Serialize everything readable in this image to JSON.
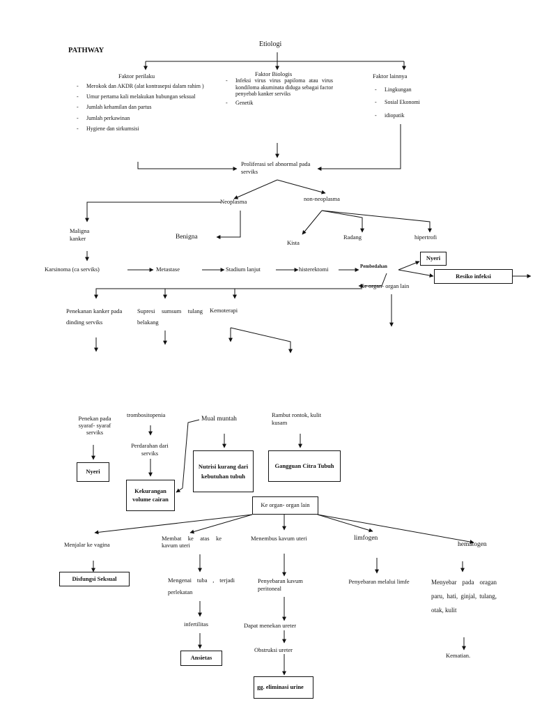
{
  "title": "PATHWAY",
  "root": "Etiologi",
  "faktor_perilaku": {
    "heading": "Faktor perilaku",
    "items": [
      "Merokok dan AKDR (alat kontrasepsi dalam rahim )",
      "Umur pertama kali melakukan hubungan seksual",
      "Jumlah kehamilan dan partus",
      "Jumlah perkawinan",
      "Hygiene dan sirkumsisi"
    ]
  },
  "faktor_biologis": {
    "heading": "Faktor Biologis",
    "items": [
      "Infeksi virus virus papiloma atau virus kondiloma akuminata diduga sebagai factor penyebab kanker serviks",
      "Genetik"
    ]
  },
  "faktor_lainnya": {
    "heading": "Faktor lainnya",
    "items": [
      "Lingkungan",
      "Sosial Ekonomi",
      "idiopatik"
    ]
  },
  "nodes": {
    "proliferasi": "Proliferasi sel abnormal pada serviks",
    "neoplasma": "Neoplasma",
    "non_neoplasma": "non-neoplasma",
    "maligna": "Maligna kanker",
    "benigna": "Benigna",
    "kista": "Kista",
    "radang": "Radang",
    "hipertrofi": "hipertrofi",
    "karsinoma": "Karsinoma (ca serviks)",
    "metastase": "Metastase",
    "stadium_lanjut": "Stadium lanjut",
    "histerektomi": "histerektomi",
    "pembedahan": "Pembedahan",
    "nyeri_top": "Nyeri",
    "resiko_infeksi": "Resiko infeksi",
    "ke_organ_top": "Ke organ- organ lain",
    "penekanan_kanker": "Penekanan kanker pada dinding serviks",
    "supresi": "Supresi sumsum tulang belakang",
    "kemoterapi": "Kemoterapi",
    "penekan_saraf": "Penekan pada syaraf- syaraf serviks",
    "nyeri_bottom": "Nyeri",
    "trombositopenia": "trombositopenia",
    "perdarahan": "Perdarahan dari serviks",
    "kekurangan_volume": "Kekurangan volume cairan",
    "mual_muntah": "Mual muntah",
    "nutrisi": "Nutrisi kurang dari kebutuhan tubuh",
    "rambut": "Rambut rontok, kulit kusam",
    "citra_tubuh": "Gangguan Citra Tubuh",
    "ke_organ_box": "Ke organ- organ lain",
    "menjalar_vagina": "Menjalar ke vagina",
    "disfungsi": "Disfungsi Seksual",
    "membuat_ke_atas": "Membat ke atas ke kavum uteri",
    "mengenai_tuba": "Mengenai tuba , terjadi perlekatan",
    "infertilitas": "infertilitas",
    "ansietas": "Ansietas",
    "menembus": "Menembus kavum uteri",
    "penyebaran_kavum": "Penyebaran kavum peritoneal",
    "menekan_ureter": "Dapat menekan ureter",
    "obstruksi": "Obstruksi ureter",
    "eliminasi": "gg. eliminasi urine",
    "limfogen": "limfogen",
    "penyebaran_limfe": "Penyebaran melalui limfe",
    "hematogen": "hematogen",
    "menyebar": "Menyebar pada oragan paru, hati, ginjal, tulang, otak, kulit",
    "kematian": "Kematian."
  }
}
